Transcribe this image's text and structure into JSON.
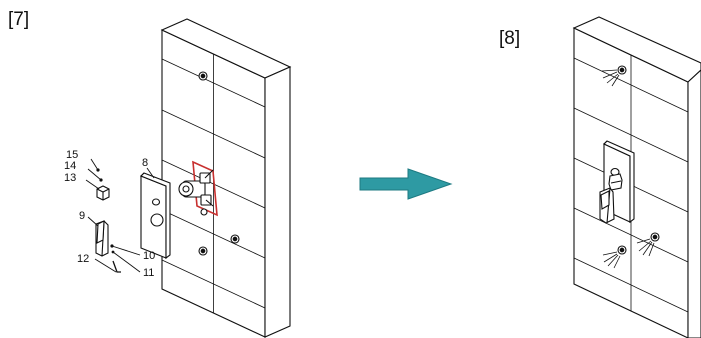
{
  "steps": {
    "left": "[7]",
    "right": "[8]"
  },
  "parts": {
    "p8": "8",
    "p9": "9",
    "p10": "10",
    "p11": "11",
    "p12": "12",
    "p13": "13",
    "p14": "14",
    "p15": "15"
  },
  "colors": {
    "line": "#111111",
    "arrow": "#2e9aa3",
    "highlight": "#c8302f"
  },
  "icons": {
    "arrow": "right-arrow-icon",
    "water_spray": "water-spray-icon"
  }
}
